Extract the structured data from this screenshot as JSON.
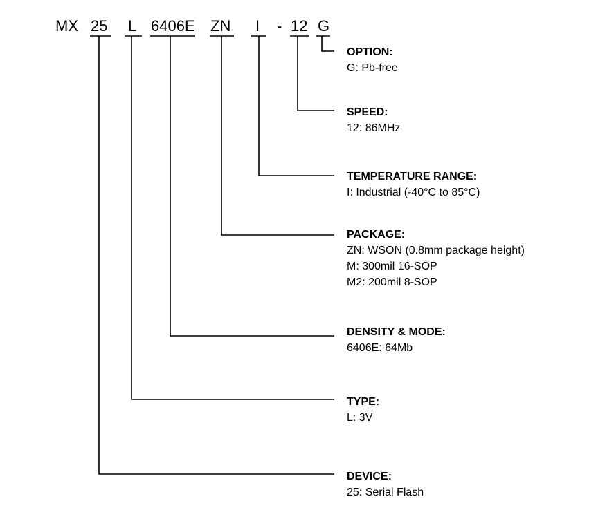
{
  "part_number": {
    "segments": [
      "MX",
      "25",
      "L",
      "6406E",
      "ZN",
      "I",
      "-",
      "12",
      "G"
    ]
  },
  "fields": [
    {
      "title": "OPTION:",
      "lines": [
        "G: Pb-free"
      ]
    },
    {
      "title": "SPEED:",
      "lines": [
        "12: 86MHz"
      ]
    },
    {
      "title": "TEMPERATURE RANGE:",
      "lines": [
        "I: Industrial (-40°C to 85°C)"
      ]
    },
    {
      "title": "PACKAGE:",
      "lines": [
        "ZN: WSON (0.8mm package height)",
        "M: 300mil 16-SOP",
        "M2: 200mil 8-SOP"
      ]
    },
    {
      "title": "DENSITY & MODE:",
      "lines": [
        "6406E: 64Mb"
      ]
    },
    {
      "title": "TYPE:",
      "lines": [
        "L: 3V"
      ]
    },
    {
      "title": "DEVICE:",
      "lines": [
        "25: Serial Flash"
      ]
    }
  ]
}
